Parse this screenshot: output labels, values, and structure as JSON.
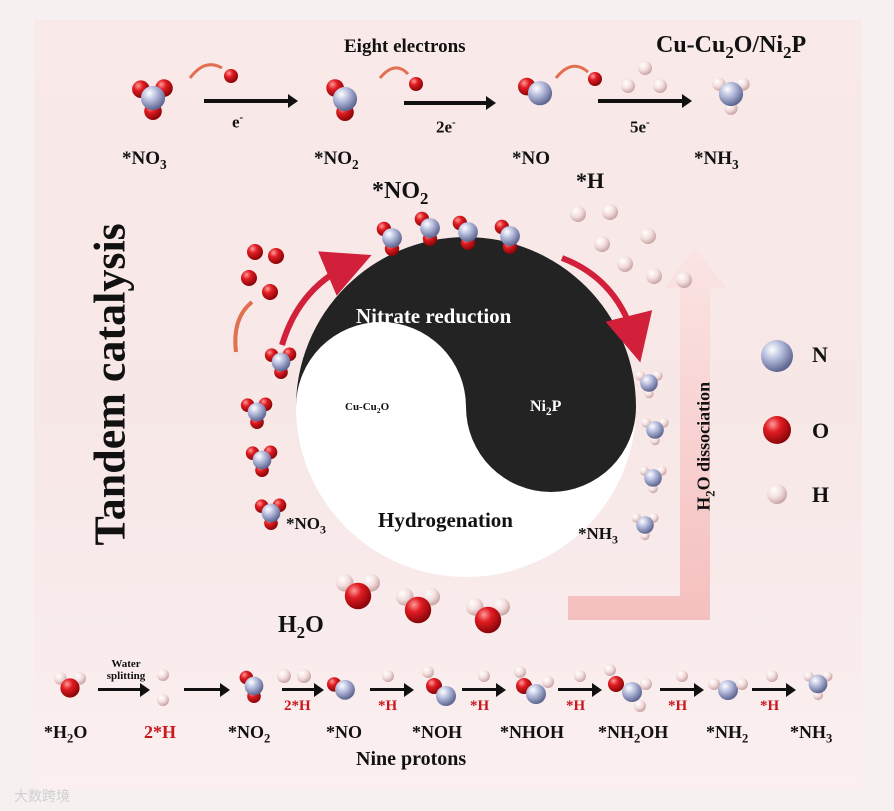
{
  "header": {
    "title_main": "Cu-Cu",
    "title_sub1": "2",
    "title_mid": "O/Ni",
    "title_sub2": "2",
    "title_end": "P",
    "eight_electrons": "Eight electrons"
  },
  "top_row": {
    "species": [
      {
        "main": "*NO",
        "sub": "3"
      },
      {
        "main": "*NO",
        "sub": "2"
      },
      {
        "main": "*NO",
        "sub": ""
      },
      {
        "main": "*NH",
        "sub": "3"
      }
    ],
    "steps": [
      {
        "main": "e",
        "sup": "-"
      },
      {
        "main": "2e",
        "sup": "-"
      },
      {
        "main": "5e",
        "sup": "-"
      }
    ]
  },
  "center": {
    "left_title": "Tandem catalysis",
    "no2_label": {
      "main": "*NO",
      "sub": "2"
    },
    "h_label": "*H",
    "nitrate_reduction": "Nitrate reduction",
    "hydrogenation": "Hydrogenation",
    "cu_label": {
      "a": "Cu-Cu",
      "b": "2",
      "c": "O"
    },
    "ni_label": {
      "a": "Ni",
      "b": "2",
      "c": "P"
    },
    "no3_label": {
      "main": "*NO",
      "sub": "3"
    },
    "nh3_label": {
      "main": "*NH",
      "sub": "3"
    },
    "h2o_label": {
      "main": "H",
      "sub": "2",
      "end": "O"
    },
    "dissociation": {
      "a": "H",
      "b": "2",
      "c": "O dissociation"
    }
  },
  "legend": [
    {
      "label": "N",
      "icon": "nitrogen-atom-icon",
      "color": "#9aa3c8"
    },
    {
      "label": "O",
      "icon": "oxygen-atom-icon",
      "color": "#d8141a"
    },
    {
      "label": "H",
      "icon": "hydrogen-atom-icon",
      "color": "#f3dede"
    }
  ],
  "bottom_row": {
    "water_splitting": [
      "Water",
      "splitting"
    ],
    "species": [
      {
        "main": "*H",
        "sub": "2",
        "end": "O"
      },
      {
        "main": "2*H",
        "sub": "",
        "end": "",
        "red": true
      },
      {
        "main": "*NO",
        "sub": "2",
        "end": ""
      },
      {
        "main": "*NO",
        "sub": "",
        "end": ""
      },
      {
        "main": "*NOH",
        "sub": "",
        "end": ""
      },
      {
        "main": "*NHOH",
        "sub": "",
        "end": ""
      },
      {
        "main": "*NH",
        "sub": "2",
        "end": "OH"
      },
      {
        "main": "*NH",
        "sub": "2",
        "end": ""
      },
      {
        "main": "*NH",
        "sub": "3",
        "end": ""
      }
    ],
    "step_labels": [
      "2*H",
      "*H",
      "*H",
      "*H",
      "*H",
      "*H"
    ],
    "nine_protons": "Nine protons"
  },
  "colors": {
    "nitrogen": "#9aa3c8",
    "oxygen": "#d8141a",
    "hydrogen": "#f3dede",
    "accent_red": "#c8171d",
    "yin": "#232323"
  },
  "watermark": "大数跨境"
}
